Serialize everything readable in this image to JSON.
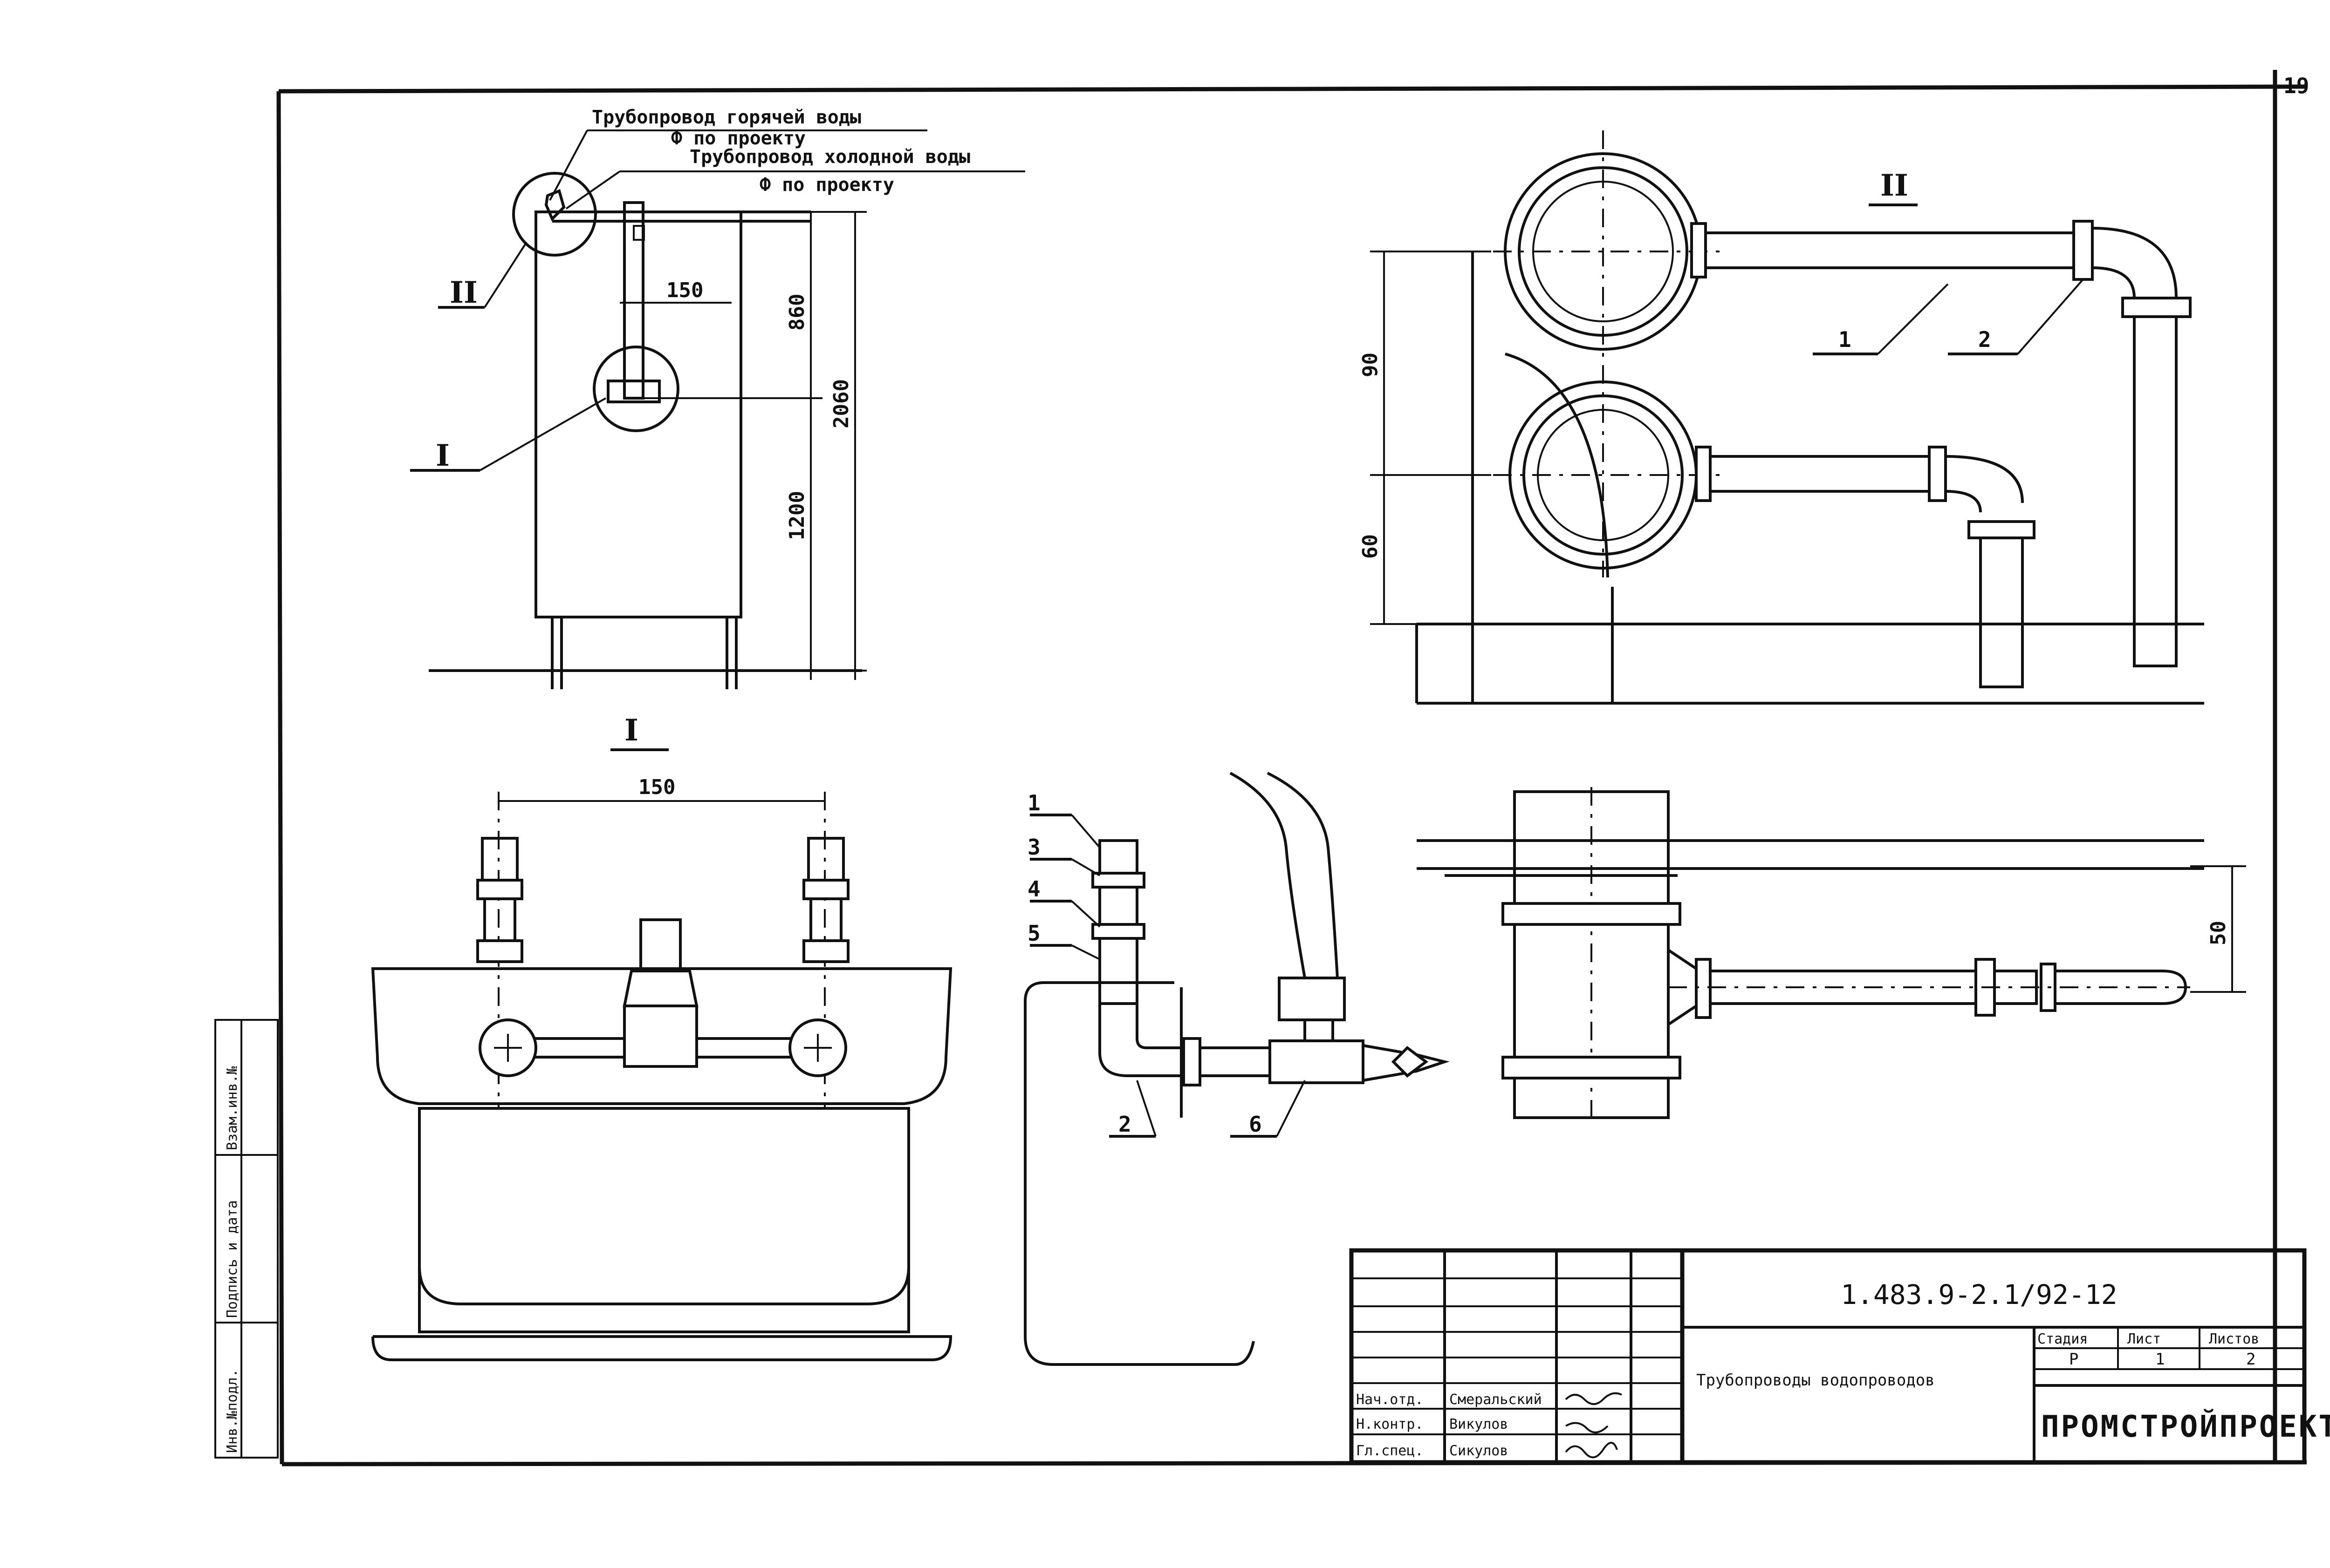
{
  "sheet_number": "19",
  "top_view": {
    "hot_pipe_label": "Трубопровод горячей воды",
    "hot_pipe_diameter": "Ф по проекту",
    "cold_pipe_label": "Трубопровод холодной воды",
    "cold_pipe_diameter": "Ф по проекту",
    "callout_ii": "II",
    "callout_i": "I",
    "dim_150": "150",
    "dim_860": "860",
    "dim_2060": "2060",
    "dim_1200": "1200"
  },
  "detail_ii": {
    "title": "II",
    "dim_90": "90",
    "dim_60": "60",
    "pos_1": "1",
    "pos_2": "2"
  },
  "detail_i": {
    "title": "I",
    "dim_150": "150"
  },
  "fitting_detail": {
    "pos_1": "1",
    "pos_3": "3",
    "pos_4": "4",
    "pos_5": "5",
    "pos_2": "2",
    "pos_6": "6"
  },
  "plan_detail": {
    "dim_50": "50"
  },
  "title_block": {
    "document_code": "1.483.9-2.1/92-12",
    "description": "Трубопроводы водопроводов",
    "stage_header": "Стадия",
    "sheet_header": "Лист",
    "sheets_header": "Листов",
    "stage": "Р",
    "sheet": "1",
    "sheets": "2",
    "organization": "ПРОМСТРОЙПРОЕКТ",
    "roles": [
      {
        "role": "Нач.отд.",
        "name": "Смеральский"
      },
      {
        "role": "Н.контр.",
        "name": "Викулов"
      },
      {
        "role": "Гл.спец.",
        "name": "Сикулов"
      }
    ]
  },
  "side_stamp": {
    "inv_original": "Инв.№подл.",
    "signature_date": "Подпись и дата",
    "replaces_inv": "Взам.инв.№"
  }
}
